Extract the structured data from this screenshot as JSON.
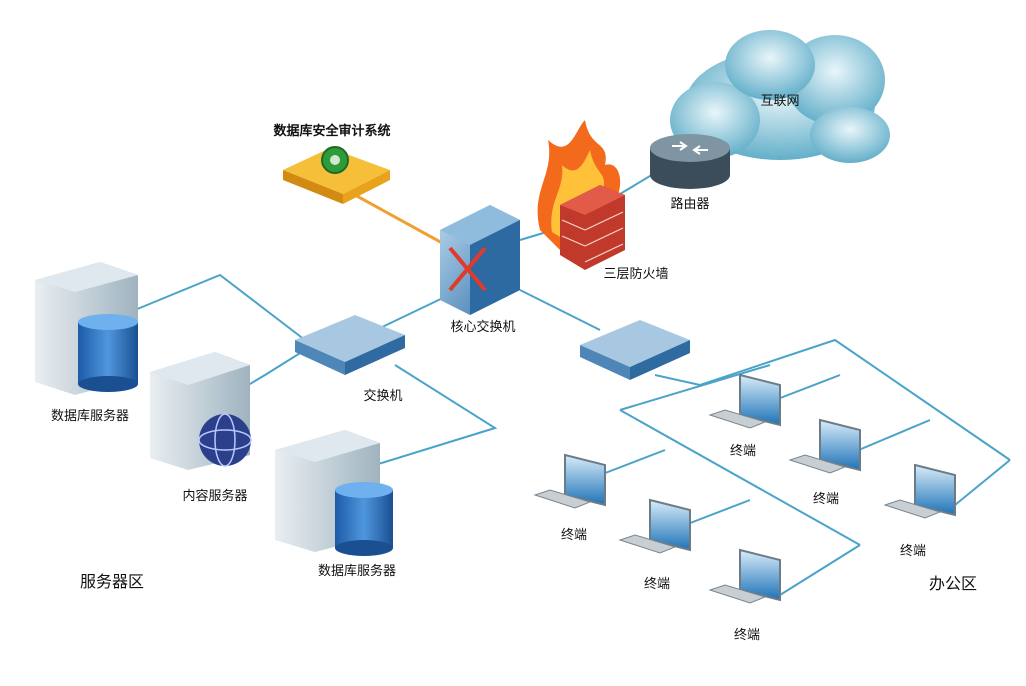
{
  "title": "数据库安全审计系统",
  "nodes": {
    "internet": "互联网",
    "router": "路由器",
    "firewall": "三层防火墙",
    "core_switch": "核心交换机",
    "switch": "交换机",
    "db_server_1": "数据库服务器",
    "content_server": "内容服务器",
    "db_server_2": "数据库服务器",
    "terminal": "终端"
  },
  "zones": {
    "server_zone": "服务器区",
    "office_zone": "办公区"
  },
  "colors": {
    "link": "#4aa3c8",
    "audit_link": "#f0a030",
    "device_blue": "#3f7fb8",
    "cloud": "#7fc0d6"
  }
}
